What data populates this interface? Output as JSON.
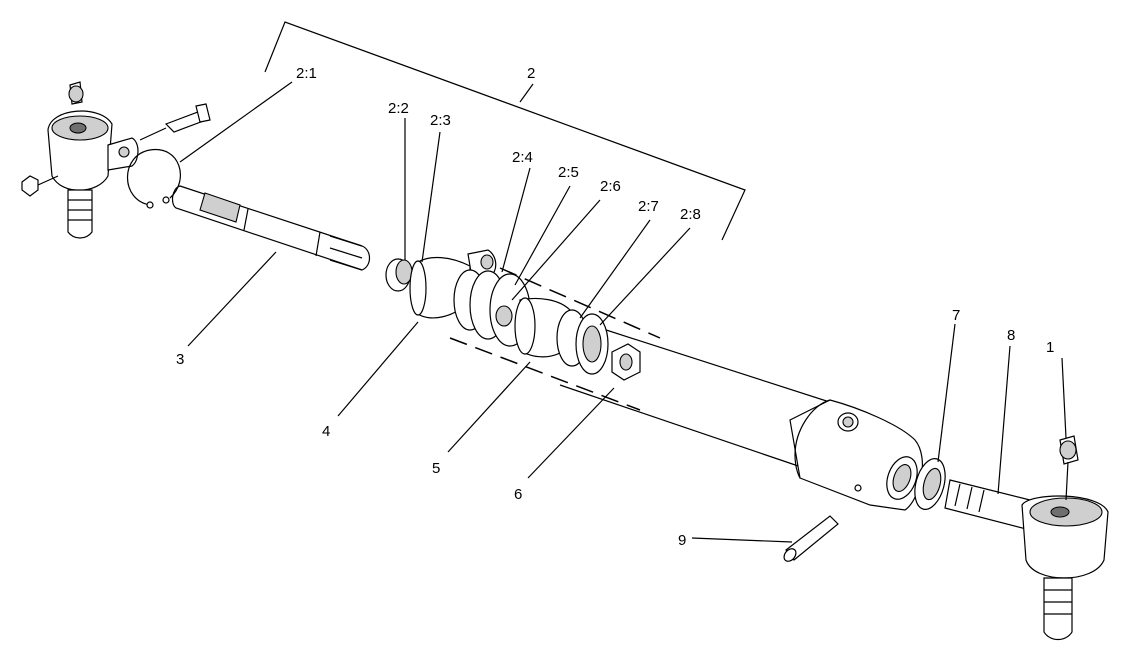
{
  "diagram": {
    "callouts": {
      "c1": "1",
      "c2": "2",
      "c2_1": "2:1",
      "c2_2": "2:2",
      "c2_3": "2:3",
      "c2_4": "2:4",
      "c2_5": "2:5",
      "c2_6": "2:6",
      "c2_7": "2:7",
      "c2_8": "2:8",
      "c3": "3",
      "c4": "4",
      "c5": "5",
      "c6": "6",
      "c7": "7",
      "c8": "8",
      "c9": "9"
    }
  }
}
